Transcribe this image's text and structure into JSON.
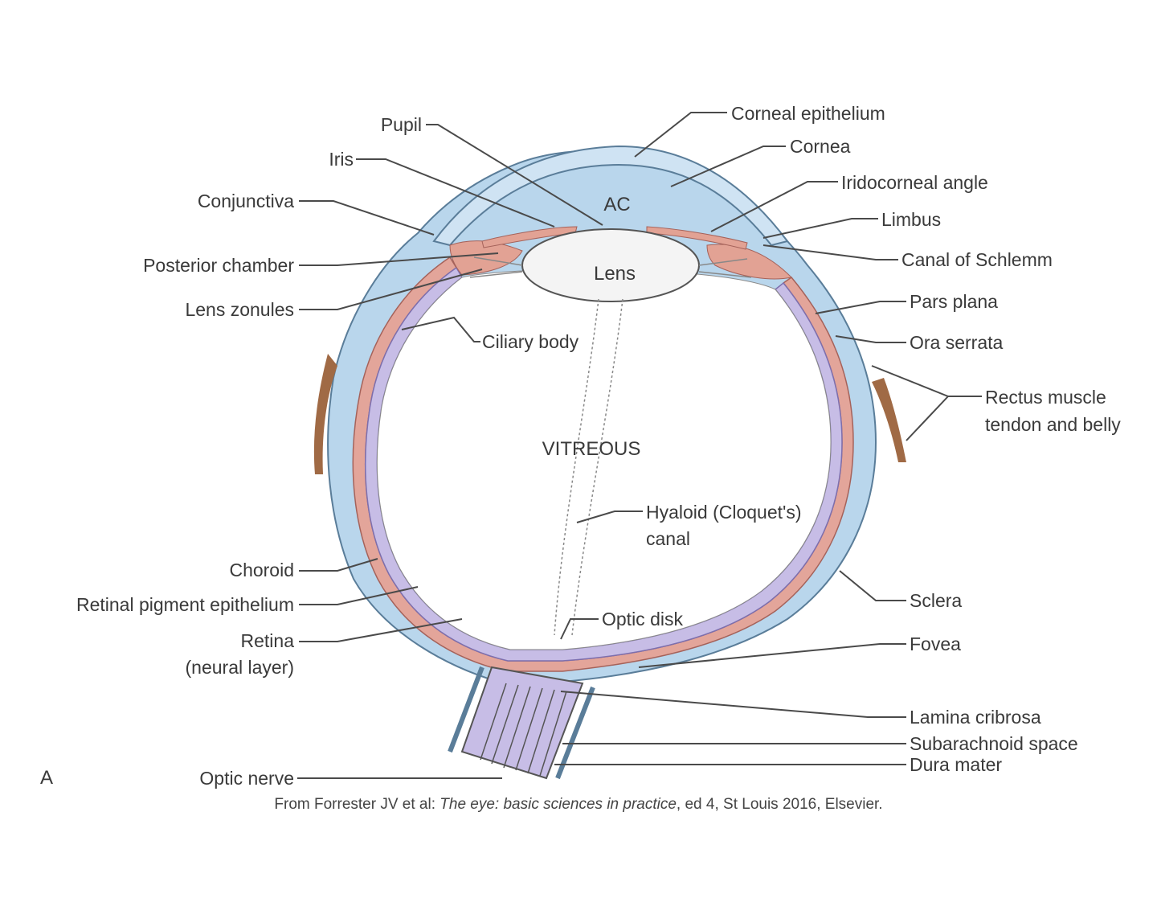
{
  "figure_letter": "A",
  "labels": {
    "pupil": "Pupil",
    "iris": "Iris",
    "conjunctiva": "Conjunctiva",
    "posterior_chamber": "Posterior chamber",
    "lens_zonules": "Lens zonules",
    "ciliary_body": "Ciliary body",
    "ac": "AC",
    "lens": "Lens",
    "vitreous": "VITREOUS",
    "corneal_epithelium": "Corneal epithelium",
    "cornea": "Cornea",
    "iridocorneal_angle": "Iridocorneal angle",
    "limbus": "Limbus",
    "canal_of_schlemm": "Canal of Schlemm",
    "pars_plana": "Pars plana",
    "ora_serrata": "Ora serrata",
    "rectus_line1": "Rectus muscle",
    "rectus_line2": "tendon and belly",
    "hyaloid_line1": "Hyaloid (Cloquet's)",
    "hyaloid_line2": "canal",
    "choroid": "Choroid",
    "rpe": "Retinal pigment epithelium",
    "retina_line1": "Retina",
    "retina_line2": "(neural layer)",
    "optic_disk": "Optic disk",
    "sclera": "Sclera",
    "fovea": "Fovea",
    "lamina_cribrosa": "Lamina cribrosa",
    "subarachnoid_space": "Subarachnoid space",
    "dura_mater": "Dura mater",
    "optic_nerve": "Optic nerve"
  },
  "credit": {
    "prefix": "From Forrester JV et al: ",
    "title": "The eye: basic sciences in practice",
    "suffix": ", ed 4, St Louis 2016, Elsevier."
  },
  "colors": {
    "sclera": "#b9d6ec",
    "choroid": "#e3a59a",
    "retina": "#c7bde6",
    "muscle": "#a06a45",
    "lens": "#f4f4f4",
    "ciliary": "#e2a294"
  }
}
